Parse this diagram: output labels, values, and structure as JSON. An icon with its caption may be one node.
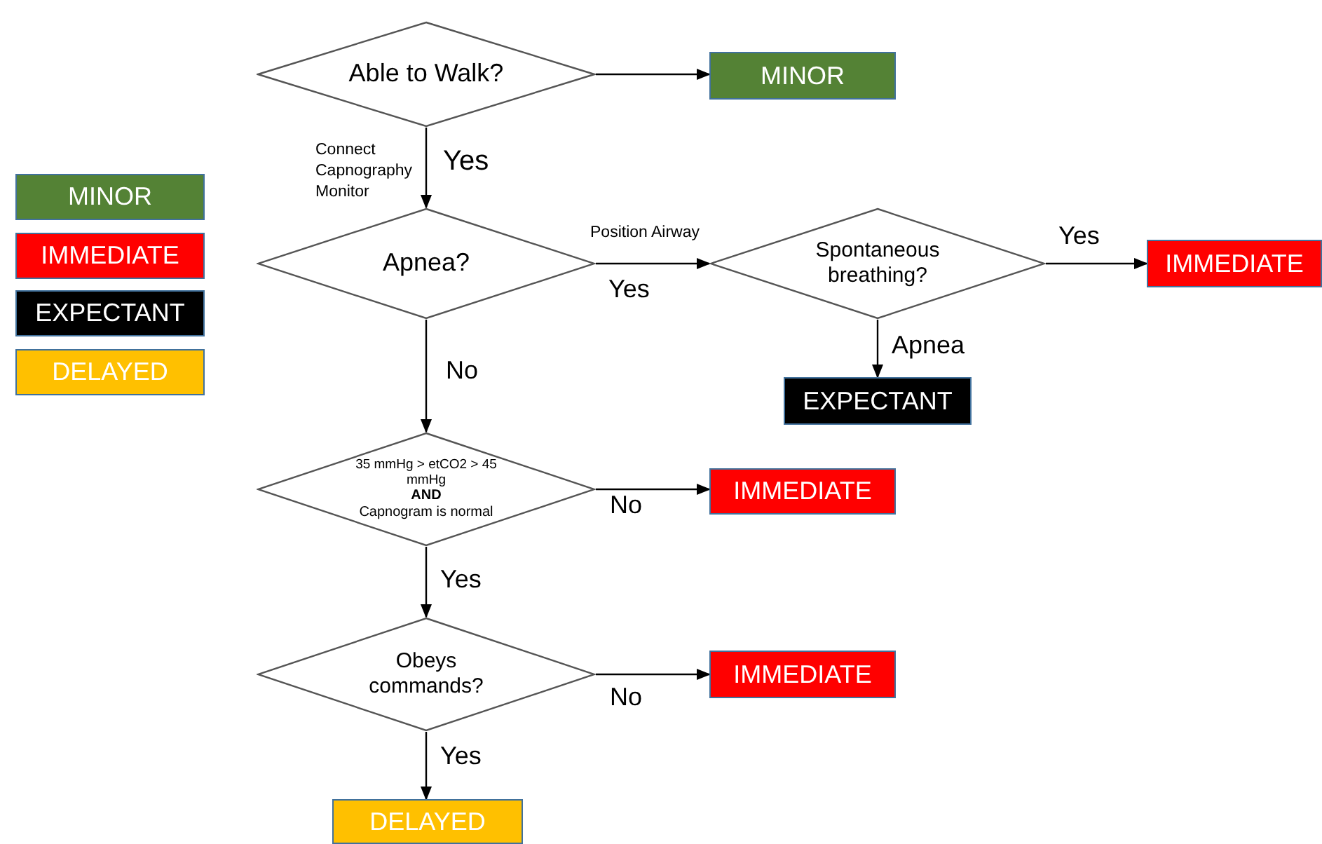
{
  "diagram": {
    "nodes": [
      {
        "text": [
          "Able to Walk?"
        ]
      },
      {
        "text": [
          "MINOR"
        ]
      },
      {
        "text": [
          "Apnea?"
        ]
      },
      {
        "text": [
          "Spontaneous breathing?"
        ]
      },
      {
        "text": [
          "IMMEDIATE"
        ]
      },
      {
        "text": [
          "EXPECTANT"
        ]
      },
      {
        "text": [
          "35 mmHg > etCO2 > 45 mmHg",
          "AND",
          "Capnogram is normal"
        ]
      },
      {
        "text": [
          "IMMEDIATE"
        ]
      },
      {
        "text": [
          "Obeys commands?"
        ]
      },
      {
        "text": [
          "IMMEDIATE"
        ]
      },
      {
        "text": [
          "DELAYED"
        ]
      }
    ],
    "edges": [
      {
        "from": 0,
        "to": 1,
        "arrow": "to"
      },
      {
        "from": 0,
        "to": 2,
        "arrow": "to",
        "label": "Yes"
      },
      {
        "from": 2,
        "to": 3,
        "arrow": "to",
        "label": "Yes"
      },
      {
        "from": 3,
        "to": 4,
        "arrow": "to",
        "label": "Yes"
      },
      {
        "from": 3,
        "to": 5,
        "arrow": "to",
        "label": "Apnea"
      },
      {
        "from": 2,
        "to": 6,
        "arrow": "to",
        "label": "No"
      },
      {
        "from": 6,
        "to": 7,
        "arrow": "to",
        "label": "No"
      },
      {
        "from": 6,
        "to": 8,
        "arrow": "to",
        "label": "Yes"
      },
      {
        "from": 8,
        "to": 9,
        "arrow": "to",
        "label": "No"
      },
      {
        "from": 8,
        "to": 10,
        "arrow": "to",
        "label": "Yes"
      }
    ],
    "labels": [
      "Connect Capnography Monitor",
      "Position Airway"
    ],
    "legend": [
      {
        "text": "MINOR",
        "color": "#548235"
      },
      {
        "text": "IMMEDIATE",
        "color": "#ff0000"
      },
      {
        "text": "EXPECTANT",
        "color": "#000000"
      },
      {
        "text": "DELAYED",
        "color": "#ffc000"
      }
    ]
  }
}
